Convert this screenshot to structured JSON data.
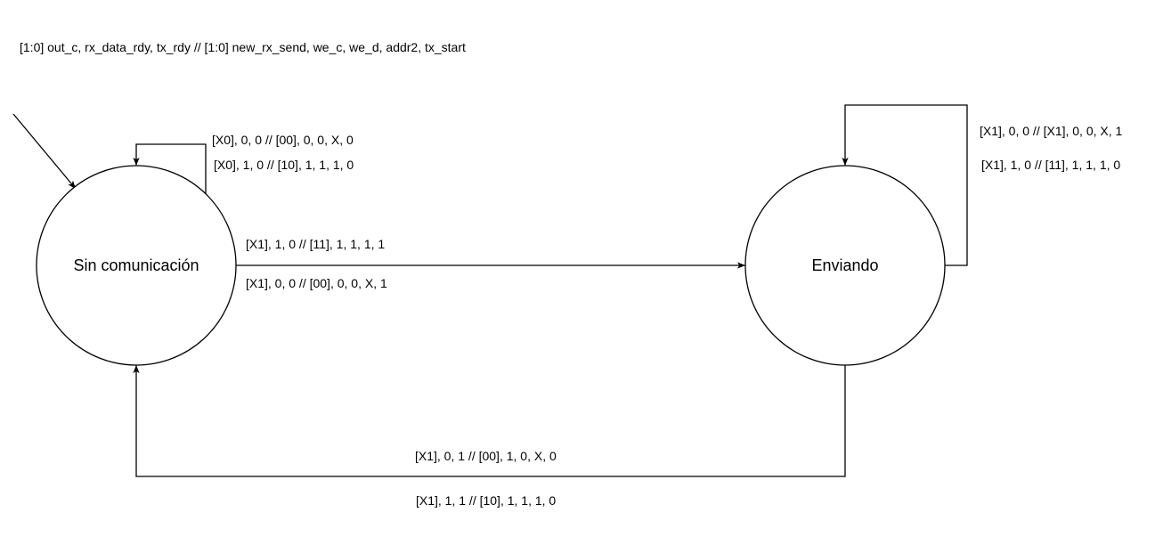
{
  "header": {
    "legend": "[1:0] out_c, rx_data_rdy, tx_rdy // [1:0] new_rx_send, we_c, we_d, addr2, tx_start"
  },
  "states": {
    "idle": {
      "name": "Sin comunicación"
    },
    "sending": {
      "name": "Enviando"
    }
  },
  "transitions": {
    "idle_self": {
      "labels": [
        "[X0], 0, 0 // [00], 0, 0, X, 0",
        "[X0], 1, 0 // [10], 1, 1, 1, 0"
      ]
    },
    "idle_to_sending": {
      "labels": [
        "[X1], 1, 0 // [11], 1, 1, 1, 1",
        "[X1], 0, 0 // [00], 0, 0, X, 1"
      ]
    },
    "sending_self": {
      "labels": [
        "[X1], 0, 0 // [X1], 0, 0, X, 1",
        "[X1], 1, 0 // [11], 1, 1, 1, 0"
      ]
    },
    "sending_to_idle": {
      "labels": [
        "[X1], 0, 1 // [00], 1, 0, X, 0",
        "[X1], 1, 1 // [10], 1, 1, 1, 0"
      ]
    }
  },
  "colors": {
    "stroke": "#000000",
    "background": "#ffffff"
  }
}
